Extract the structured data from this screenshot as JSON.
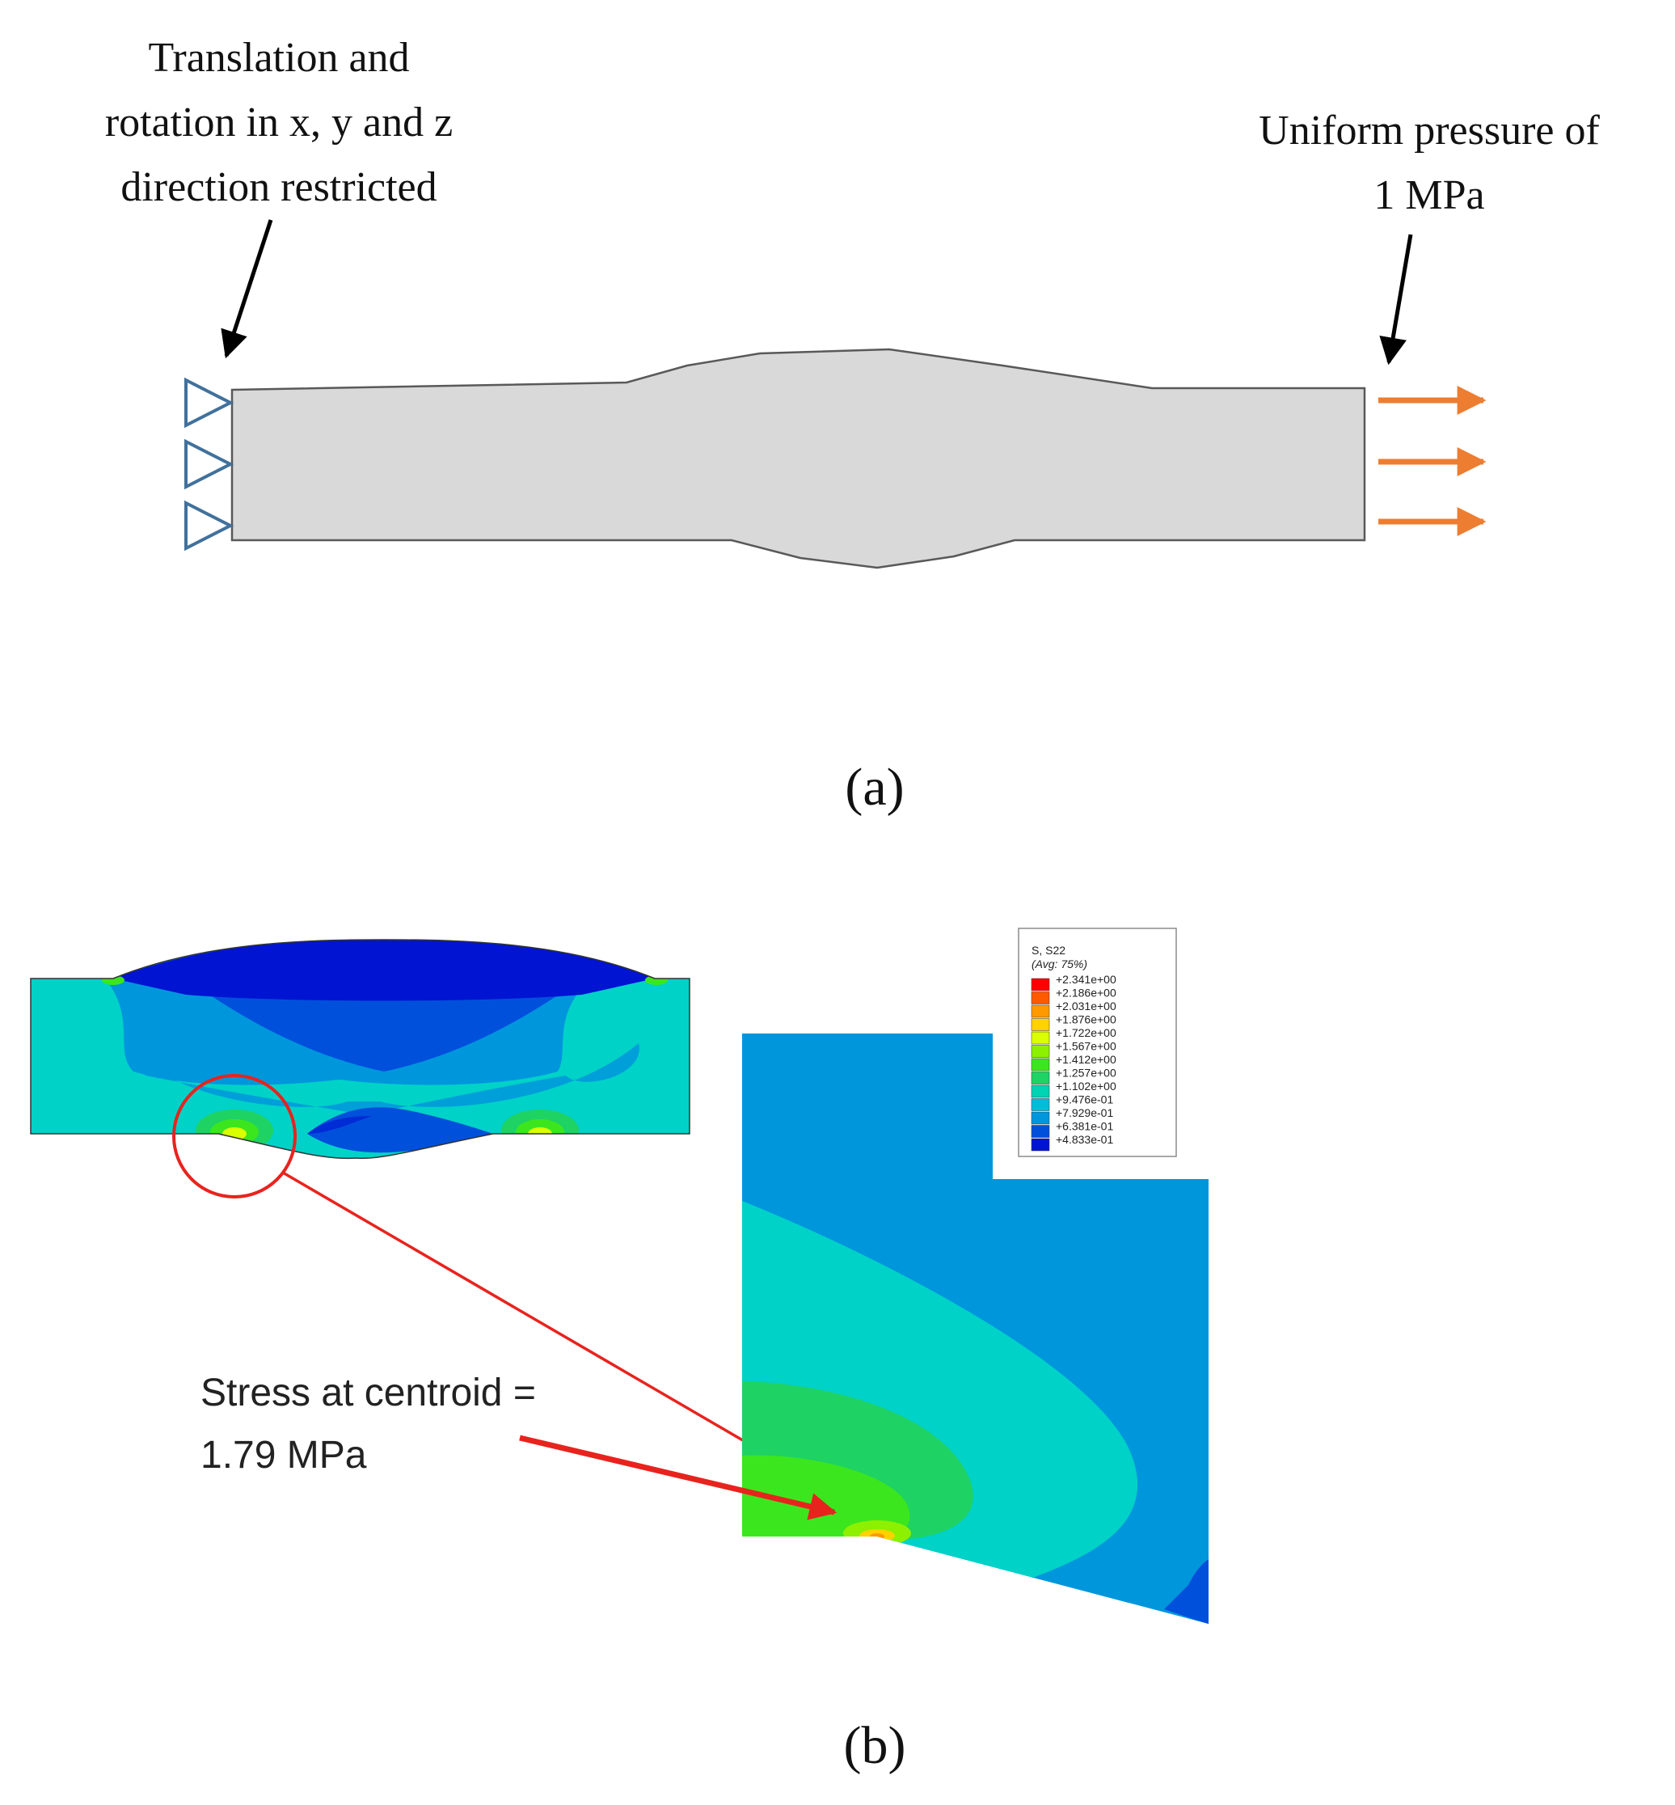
{
  "panel_a": {
    "caption": "(a)",
    "fixed_support_note": {
      "line1": "Translation and",
      "line2": "rotation in x, y and z",
      "line3": "direction restricted"
    },
    "load_note": {
      "line1": "Uniform pressure of",
      "line2": "1 MPa"
    },
    "colors": {
      "specimen_fill": "#d9d9d9",
      "support_symbol": "#41719c",
      "load_arrow": "#ed7d31"
    }
  },
  "panel_b": {
    "caption": "(b)",
    "callout": {
      "line1": "Stress at centroid =",
      "line2": "1.79 MPa"
    },
    "legend": {
      "title_line1": "S, S22",
      "title_line2": "(Avg: 75%)",
      "levels": [
        {
          "label": "+2.341e+00",
          "color": "#ff0000"
        },
        {
          "label": "+2.186e+00",
          "color": "#ff5a00"
        },
        {
          "label": "+2.031e+00",
          "color": "#ff9900"
        },
        {
          "label": "+1.876e+00",
          "color": "#ffd200"
        },
        {
          "label": "+1.722e+00",
          "color": "#d9ff00"
        },
        {
          "label": "+1.567e+00",
          "color": "#8cf000"
        },
        {
          "label": "+1.412e+00",
          "color": "#3ce61e"
        },
        {
          "label": "+1.257e+00",
          "color": "#1ed264"
        },
        {
          "label": "+1.102e+00",
          "color": "#00d2b4"
        },
        {
          "label": "+9.476e-01",
          "color": "#00bed7"
        },
        {
          "label": "+7.929e-01",
          "color": "#0096dc"
        },
        {
          "label": "+6.381e-01",
          "color": "#0050dc"
        },
        {
          "label": "+4.833e-01",
          "color": "#0014d2"
        }
      ]
    },
    "colors": {
      "highlight": "#e8231e"
    }
  }
}
